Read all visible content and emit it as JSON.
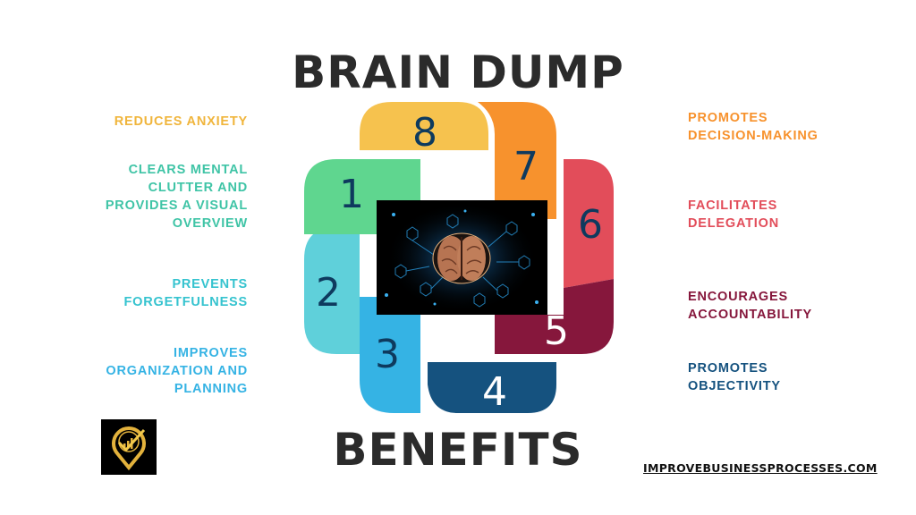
{
  "title_top": "BRAIN DUMP",
  "title_bottom": "BENEFITS",
  "website": "IMPROVEBUSINESSPROCESSES.COM",
  "items": [
    {
      "number": "1",
      "label": "CLEARS MENTAL\nCLUTTER AND\nPROVIDES A VISUAL\nOVERVIEW",
      "color": "#5fd68f"
    },
    {
      "number": "2",
      "label": "PREVENTS\nFORGETFULNESS",
      "color": "#5fd0da"
    },
    {
      "number": "3",
      "label": "IMPROVES\nORGANIZATION AND\nPLANNING",
      "color": "#35b3e4"
    },
    {
      "number": "4",
      "label": "PROMOTES\nOBJECTIVITY",
      "color": "#15527f"
    },
    {
      "number": "5",
      "label": "ENCOURAGES\nACCOUNTABILITY",
      "color": "#86173c"
    },
    {
      "number": "6",
      "label": "FACILITATES\nDELEGATION",
      "color": "#e24d5a"
    },
    {
      "number": "7",
      "label": "PROMOTES\nDECISION-MAKING",
      "color": "#f7922d"
    },
    {
      "number": "8",
      "label": "REDUCES ANXIETY",
      "color": "#f6c24e"
    }
  ]
}
